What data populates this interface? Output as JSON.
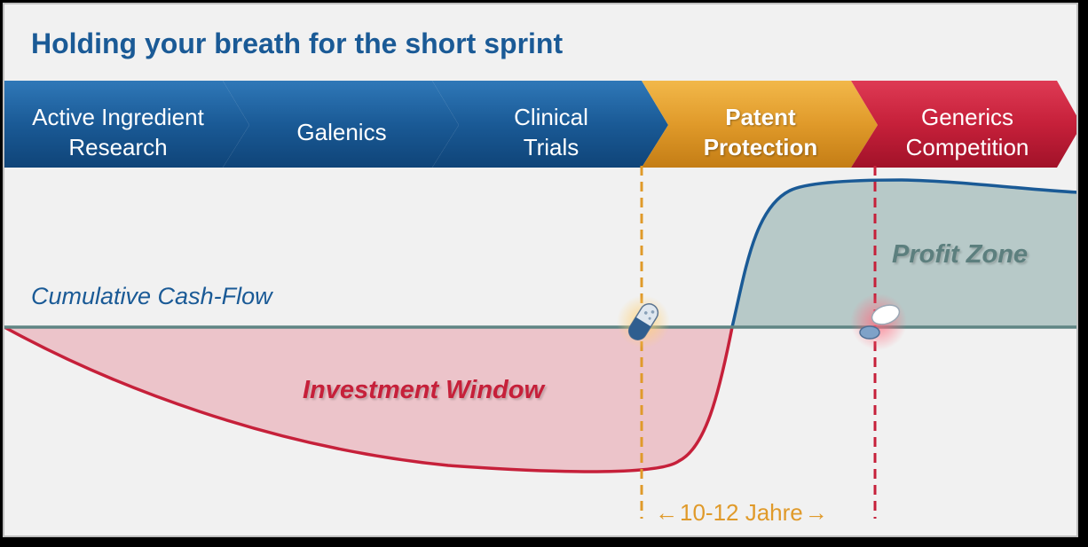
{
  "title": "Holding your breath for the short sprint",
  "phases": [
    {
      "label": "Active Ingredient\nResearch",
      "color": "#1a5a96"
    },
    {
      "label": "Galenics",
      "color": "#1a5a96"
    },
    {
      "label": "Clinical\nTrials",
      "color": "#1a5a96"
    },
    {
      "label": "Patent\nProtection",
      "color": "#e09a2a"
    },
    {
      "label": "Generics\nCompetition",
      "color": "#c6203a"
    }
  ],
  "labels": {
    "cumulative_cash_flow": "Cumulative  Cash-Flow",
    "investment_window": "Investment Window",
    "profit_zone": "Profit Zone",
    "duration": "10-12 Jahre"
  },
  "markers": [
    {
      "name": "patent-start-pill",
      "icon": "capsule-icon"
    },
    {
      "name": "generics-start-pills",
      "icon": "tablets-icon"
    }
  ],
  "colors": {
    "title": "#1a5a96",
    "investment": "#c6203a",
    "investment_fill": "#ecc4ca",
    "profit_fill": "#b7c9c8",
    "baseline": "#5f8584",
    "patent_line": "#e09a2a",
    "generics_line": "#c6203a"
  }
}
